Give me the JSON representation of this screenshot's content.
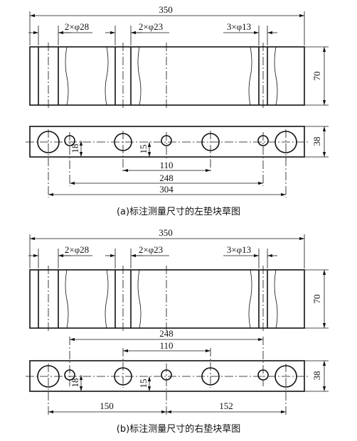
{
  "figure_a": {
    "dim_total_length": "350",
    "callout_hole_28": "2×φ28",
    "callout_hole_23": "2×φ23",
    "callout_hole_13": "3×φ13",
    "dim_height_front": "70",
    "dim_height_top": "38",
    "dim_offset_small_hole": "18",
    "dim_offset_center_hole": "15",
    "dim_110": "110",
    "dim_248": "248",
    "dim_304": "304",
    "caption": "(a)标注测量尺寸的左垫块草图"
  },
  "figure_b": {
    "dim_total_length": "350",
    "callout_hole_28": "2×φ28",
    "callout_hole_23": "2×φ23",
    "callout_hole_13": "3×φ13",
    "dim_height_front": "70",
    "dim_height_top": "38",
    "dim_offset_small_hole": "18",
    "dim_offset_center_hole": "15",
    "dim_248": "248",
    "dim_110": "110",
    "dim_150": "150",
    "dim_152": "152",
    "caption": "(b)标注测量尺寸的右垫块草图"
  }
}
